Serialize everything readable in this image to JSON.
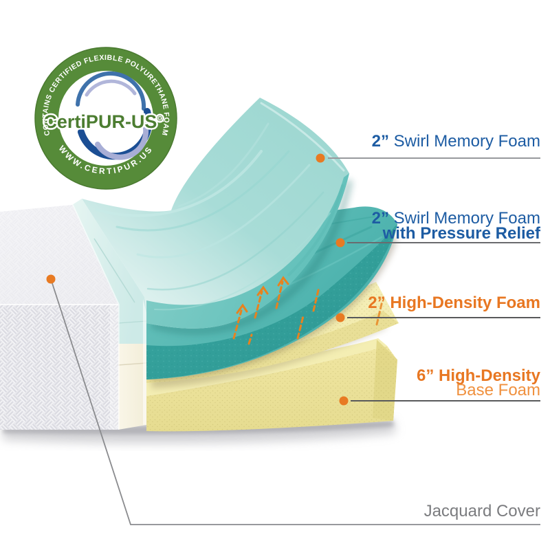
{
  "badge": {
    "ring_text": "CONTAINS CERTIFIED FLEXIBLE POLYURETHANE FOAM",
    "website": "WWW.CERTIPUR.US",
    "name": "CertiPUR-US",
    "registered": "®",
    "colors": {
      "ring": "#568b39",
      "center_text": "#4c7d31",
      "swirl_dark": "#1b4e94",
      "swirl_light": "#a8aed6"
    }
  },
  "callouts": {
    "memory_foam": {
      "size": "2”",
      "text": " Swirl Memory Foam",
      "color": "#1d5ca3"
    },
    "pressure_relief": {
      "size": "2”",
      "text": " Swirl Memory Foam",
      "sub": "with Pressure Relief",
      "color": "#1d5ca3"
    },
    "high_density": {
      "text": "2” High-Density Foam",
      "color": "#e87722"
    },
    "base_foam": {
      "line1": "6” High-Density",
      "line2": "Base Foam",
      "color": "#e87722",
      "color2": "#f0913f"
    },
    "jacquard": {
      "text": "Jacquard Cover",
      "color": "#7b7c7f"
    }
  },
  "layers": {
    "swirl_memory_foam_color": "#a8dcd7",
    "pressure_relief_foam_color": "#48b0ab",
    "high_density_foam_color": "#efe7a4",
    "base_foam_color": "#ece29b",
    "cover_color": "#ececef",
    "callout_dot_color": "#e87a22"
  }
}
